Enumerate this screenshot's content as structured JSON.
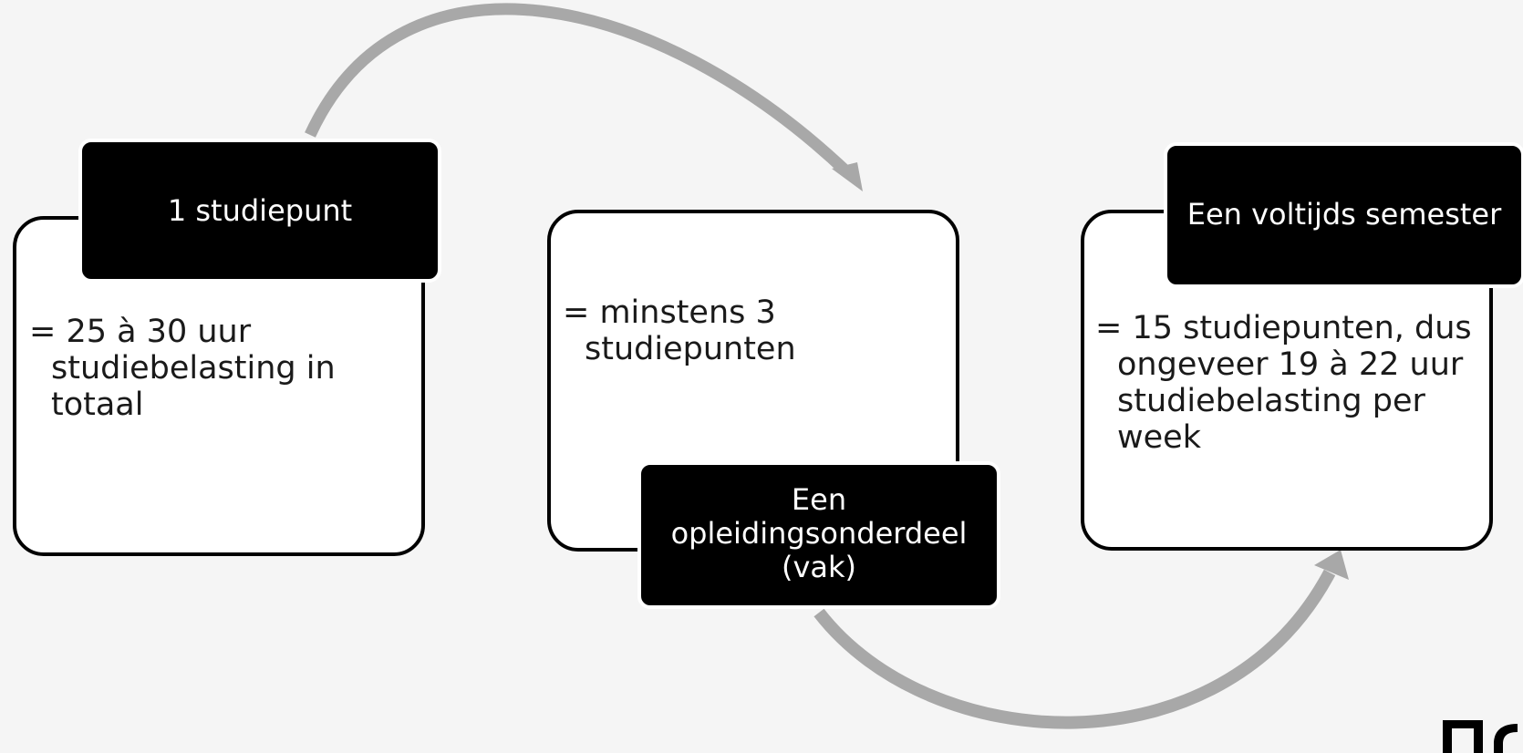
{
  "diagram": {
    "colors": {
      "background": "#f5f5f5",
      "card_fill": "#ffffff",
      "card_border": "#000000",
      "label_fill": "#000000",
      "label_text": "#ffffff",
      "arrow": "#a8a8a8"
    },
    "steps": [
      {
        "title": "1 studiepunt",
        "text": "= 25 à 30 uur\nstudiebelasting in\ntotaal"
      },
      {
        "title": "Een opleidingsonderdeel (vak)",
        "text": "= minstens 3\nstudiepunten"
      },
      {
        "title": "Een voltijds semester",
        "text": "= 15 studiepunten, dus\nongeveer 19 à 22 uur\nstudiebelasting per\nweek"
      }
    ]
  }
}
